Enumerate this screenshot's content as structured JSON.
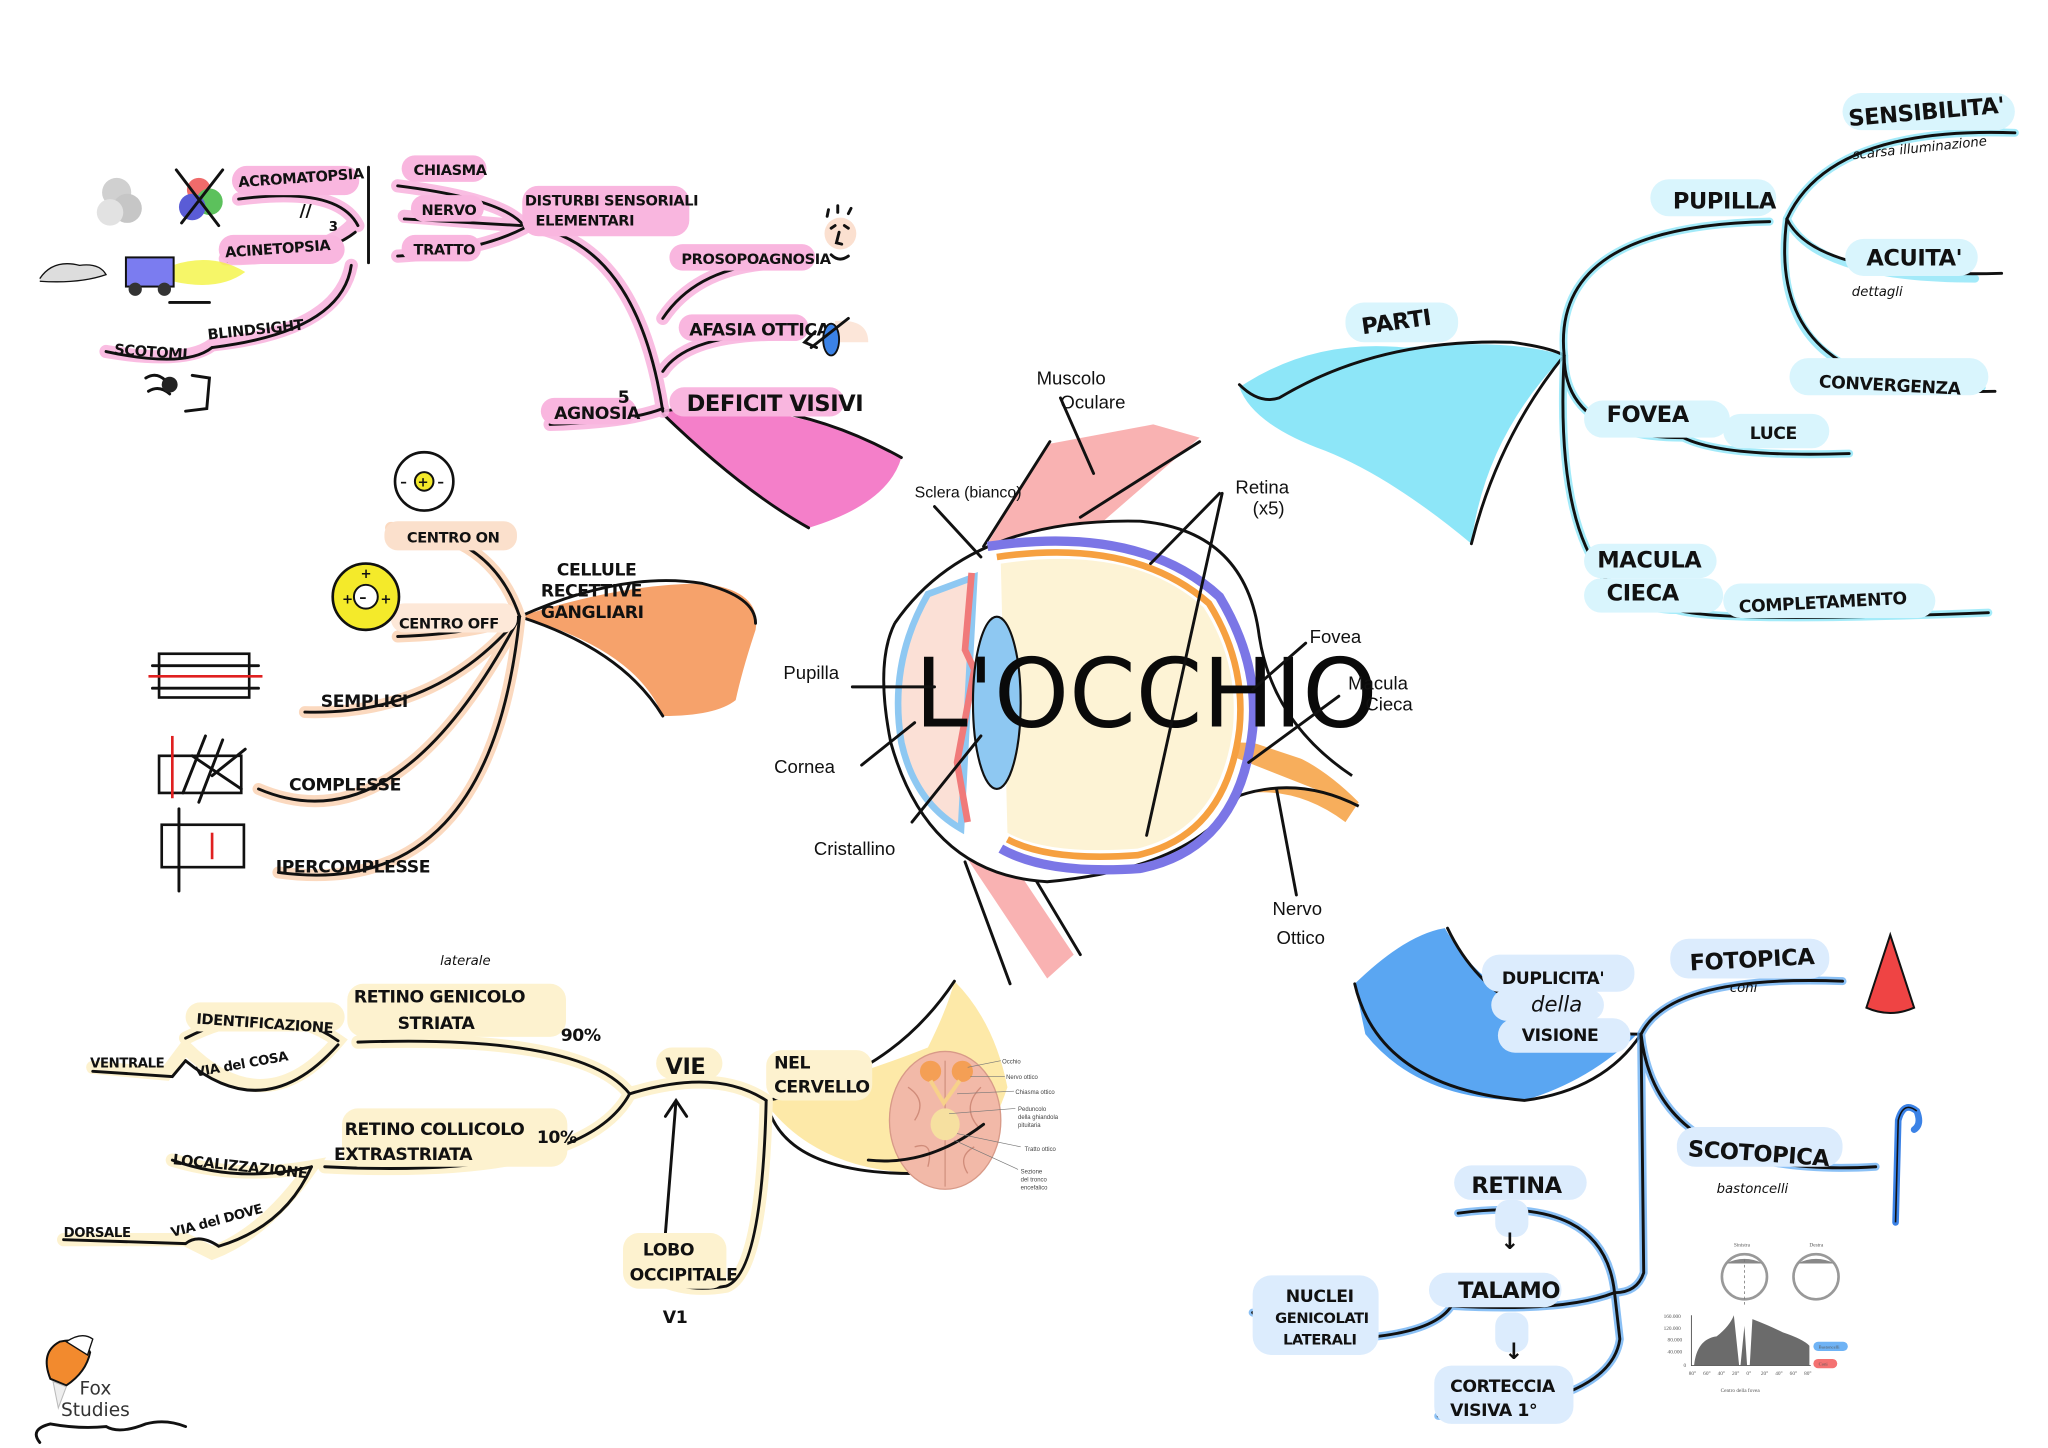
{
  "title": "L'OCCHIO",
  "colors": {
    "pink": "#f47fc9",
    "pink_light": "#f9b6df",
    "orange": "#f6a26b",
    "orange_light": "#fbd9bf",
    "yellow": "#fde9a8",
    "yellow_light": "#fdf2cf",
    "cyan": "#8de6f8",
    "cyan_light": "#d9f5fd",
    "blue": "#5aa6f2",
    "blue_light": "#dcecfd",
    "muscle": "#f58f8f",
    "choroid": "#7b76e6",
    "retina": "#f6a040",
    "vitreous": "#fdf3d5",
    "lens": "#8ec8f2"
  },
  "eye_labels": {
    "muscolo": [
      "Muscolo",
      "Oculare"
    ],
    "sclera": "Sclera (bianco)",
    "retina": [
      "Retina",
      "(x5)"
    ],
    "pupilla": "Pupilla",
    "fovea": "Fovea",
    "macula": [
      "Macula",
      "Cieca"
    ],
    "cornea": "Cornea",
    "cristallino": "Cristallino",
    "nervo": [
      "Nervo",
      "Ottico"
    ]
  },
  "pink_branch": {
    "deficit": "DEFICIT VISIVI",
    "agnosia": "AGNOSIA",
    "agnosia_mark": "5",
    "afasia": "AFASIA OTTICA",
    "prosopo": "PROSOPOAGNOSIA",
    "disturbi": [
      "DISTURBI SENSORIALI",
      "ELEMENTARI"
    ],
    "chiasma": "CHIASMA",
    "nervo": "NERVO",
    "tratto": "TRATTO",
    "acromatopsia": "ACROMATOPSIA",
    "acinetopsia": "ACINETOPSIA",
    "acinetopsia_mark": "3",
    "equal_mark": "//",
    "blindsight": "BLINDSIGHT",
    "scotomi": "SCOTOMI"
  },
  "orange_branch": {
    "root": [
      "CELLULE",
      "RECETTIVE",
      "GANGLIARI"
    ],
    "centro_on": "CENTRO ON",
    "centro_off": "CENTRO OFF",
    "semplici": "SEMPLICI",
    "complesse": "COMPLESSE",
    "ipercomplesse": "IPERCOMPLESSE"
  },
  "yellow_branch": {
    "root": [
      "NEL",
      "CERVELLO"
    ],
    "vie": "VIE",
    "lobo": [
      "LOBO",
      "OCCIPITALE"
    ],
    "v1": "V1",
    "laterale": "laterale",
    "genicolo": [
      "RETINO GENICOLO",
      "STRIATA"
    ],
    "genicolo_pct": "90%",
    "collicolo": [
      "RETINO COLLICOLO",
      "EXTRASTRIATA"
    ],
    "collicolo_pct": "10%",
    "identificazione": "IDENTIFICAZIONE",
    "via_cosa": "VIA del COSA",
    "ventrale": "VENTRALE",
    "localizzazione": "LOCALIZZAZIONE",
    "via_dove": "VIA del DOVE",
    "dorsale": "DORSALE"
  },
  "brain_labels": [
    "Occhio",
    "Nervo ottico",
    "Chiasma ottico",
    "Peduncolo",
    "della ghiandola",
    "pituitaria",
    "Tratto ottico",
    "Sezione",
    "del tronco",
    "encefalico"
  ],
  "cyan_branch": {
    "root": "PARTI",
    "pupilla": "PUPILLA",
    "sensibilita": "SENSIBILITA'",
    "sensibilita_note": "scarsa illuminazione",
    "acuita": "ACUITA'",
    "acuita_note": "dettagli",
    "convergenza": "CONVERGENZA",
    "fovea": "FOVEA",
    "luce": "LUCE",
    "macula": [
      "MACULA",
      "CIECA"
    ],
    "completamento": "COMPLETAMENTO"
  },
  "blue_branch": {
    "root": [
      "DUPLICITA'",
      "della",
      "VISIONE"
    ],
    "fotopica": "FOTOPICA",
    "fotopica_note": "coni",
    "scotopica": "SCOTOPICA",
    "scotopica_note": "bastoncelli",
    "retina": "RETINA",
    "talamo": "TALAMO",
    "corteccia": [
      "CORTECCIA",
      "VISIVA 1°"
    ],
    "nuclei": [
      "NUCLEI",
      "GENICOLATI",
      "LATERALI"
    ],
    "arrow": "↓"
  },
  "fovea_chart": {
    "top_labels": [
      "Sinistra",
      "Destra"
    ],
    "y_ticks": [
      "160.000",
      "120.000",
      "80.000",
      "40.000",
      "0"
    ],
    "x_ticks": [
      "80°",
      "60°",
      "40°",
      "20°",
      "0°",
      "20°",
      "40°",
      "60°",
      "80°"
    ],
    "xlabel": "Centro della fovea",
    "legend": [
      "Bastoncelli",
      "Coni"
    ]
  },
  "logo": {
    "line1": "Fox",
    "line2": "Studies"
  }
}
